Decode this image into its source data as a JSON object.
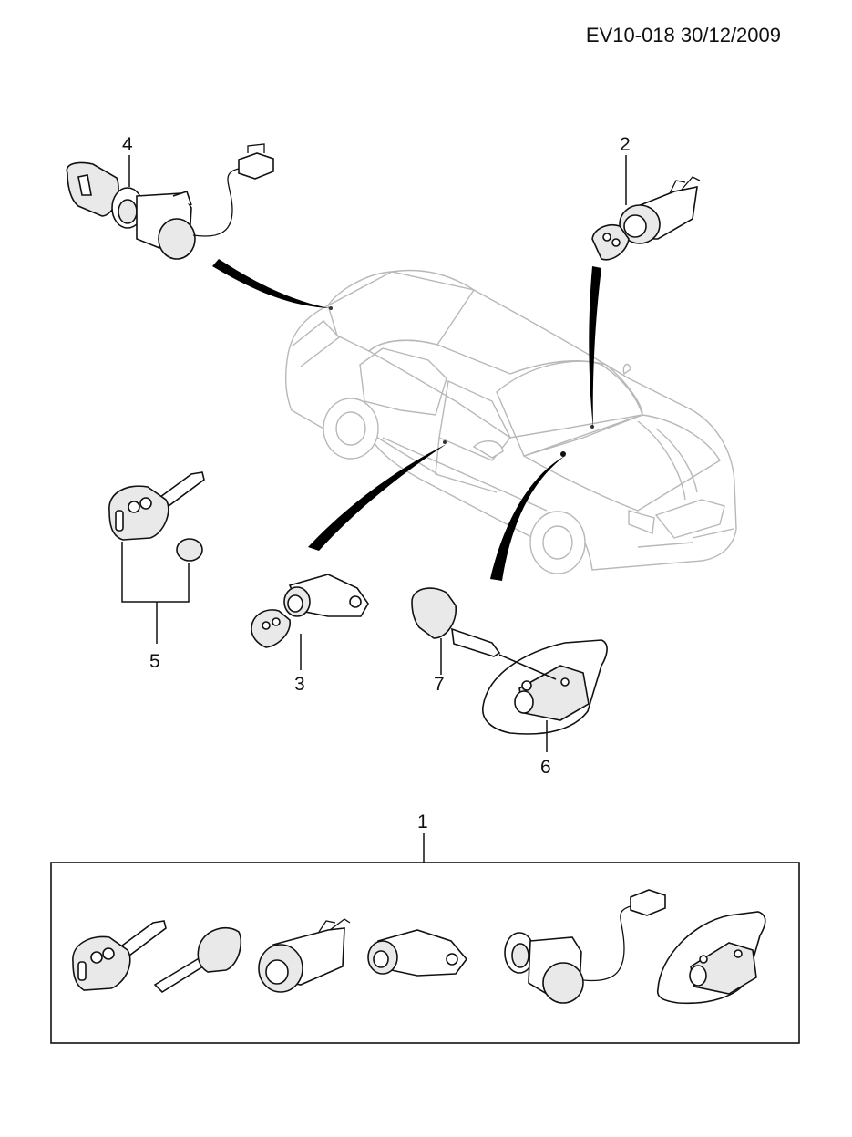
{
  "header": {
    "code": "EV10-018 30/12/2009"
  },
  "callouts": {
    "c1": "1",
    "c2": "2",
    "c3": "3",
    "c4": "4",
    "c5": "5",
    "c6": "6",
    "c7": "7"
  }
}
